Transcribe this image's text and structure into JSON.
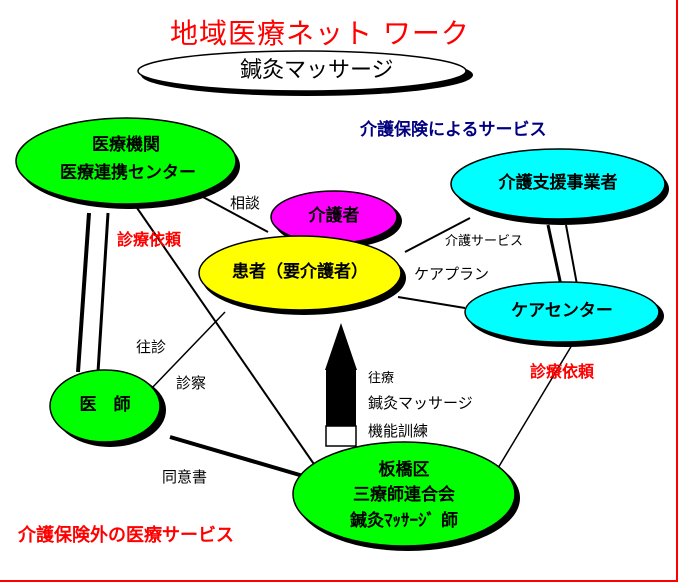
{
  "title": "地域医療ネット ワーク",
  "subtitle": "鍼灸マッサージ",
  "sections": {
    "insurance": "介護保険によるサービス",
    "non_insurance": "介護保険外の医療サービス"
  },
  "nodes": {
    "medical_institution_line1": "医療機関",
    "medical_institution_line2": "医療連携センター",
    "caregiver": "介護者",
    "patient": "患者（要介護者）",
    "care_support": "介護支援事業者",
    "care_center": "ケアセンター",
    "physician": "医　師",
    "association_line1": "板橋区",
    "association_line2": "三療師連合会",
    "association_line3": "鍼灸ﾏｯｻｰｼﾞ 師"
  },
  "labels": {
    "consult": "相談",
    "referral_left": "診療依頼",
    "referral_right": "診療依頼",
    "care_service": "介護サービス",
    "care_plan": "ケアプラン",
    "house_call": "往診",
    "examination": "診察",
    "consent": "同意書",
    "visit_treatment": "往療",
    "acupuncture_massage": "鍼灸マッサージ",
    "function_training": "機能訓練"
  },
  "colors": {
    "title": "#ff0000",
    "green_node": "#00ff00",
    "magenta_node": "#ff00ff",
    "yellow_node": "#ffff00",
    "cyan_node": "#00ffff",
    "blue_text": "#000080",
    "red_text": "#ff0000"
  }
}
